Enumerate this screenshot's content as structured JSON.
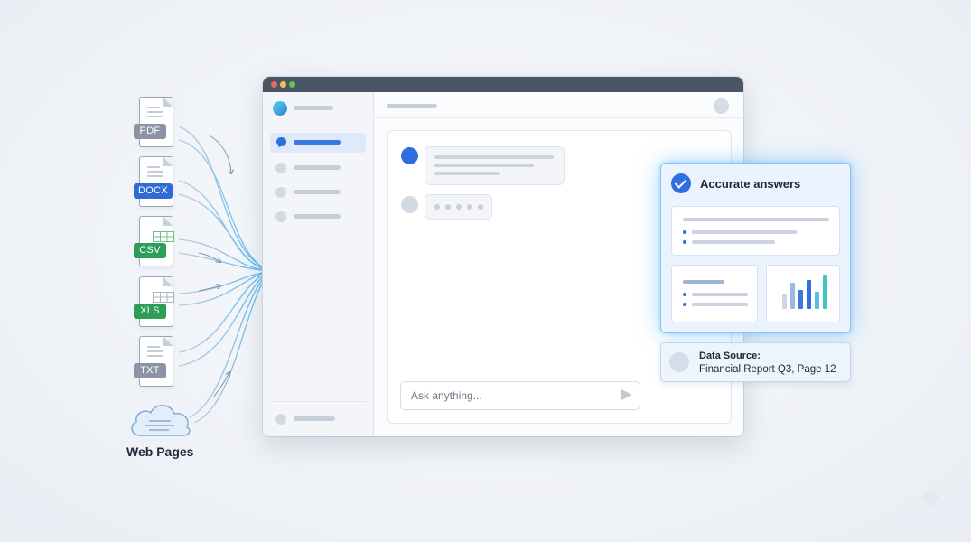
{
  "sources": {
    "files": [
      {
        "label": "PDF",
        "color": "#8a94a5"
      },
      {
        "label": "DOCX",
        "color": "#2f6bd8"
      },
      {
        "label": "CSV",
        "color": "#2d9d57"
      },
      {
        "label": "XLS",
        "color": "#2d9d57"
      },
      {
        "label": "TXT",
        "color": "#8a94a5"
      }
    ],
    "web_pages_label": "Web Pages"
  },
  "chat": {
    "input_placeholder": "Ask anything..."
  },
  "answer": {
    "title": "Accurate answers",
    "chart_bars": [
      {
        "value": 0.45,
        "color": "#cfd6e0"
      },
      {
        "value": 0.75,
        "color": "#9fb8e0"
      },
      {
        "value": 0.55,
        "color": "#3a7bd9"
      },
      {
        "value": 0.85,
        "color": "#2f6fe0"
      },
      {
        "value": 0.5,
        "color": "#5fb8e8"
      },
      {
        "value": 1.0,
        "color": "#3cc7c2"
      }
    ]
  },
  "source": {
    "label": "Data Source:",
    "value": "Financial Report Q3, Page 12"
  },
  "colors": {
    "accent": "#2f6fe0",
    "flow": "#4fc0f0",
    "window_titlebar": "#4a5566"
  }
}
